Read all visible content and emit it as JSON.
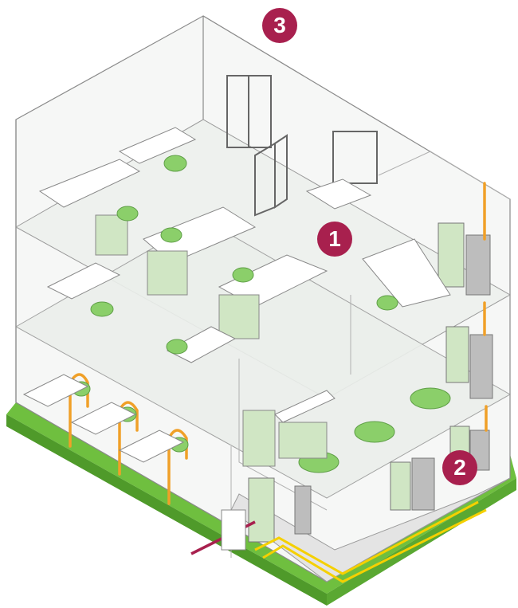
{
  "badges": {
    "one": "1",
    "two": "2",
    "three": "3"
  },
  "colors": {
    "badge": "#a8204e",
    "ground": "#6fbf3f",
    "ground_dark": "#4f9a2a",
    "furniture_green": "#8bcf6a",
    "cable_orange": "#f0a028",
    "cable_yellow": "#f5d000",
    "outline": "#8a8a8a",
    "wall_fill": "#f4f6f4",
    "rack": "#bdbdbd",
    "entry_cable": "#a8204e"
  }
}
